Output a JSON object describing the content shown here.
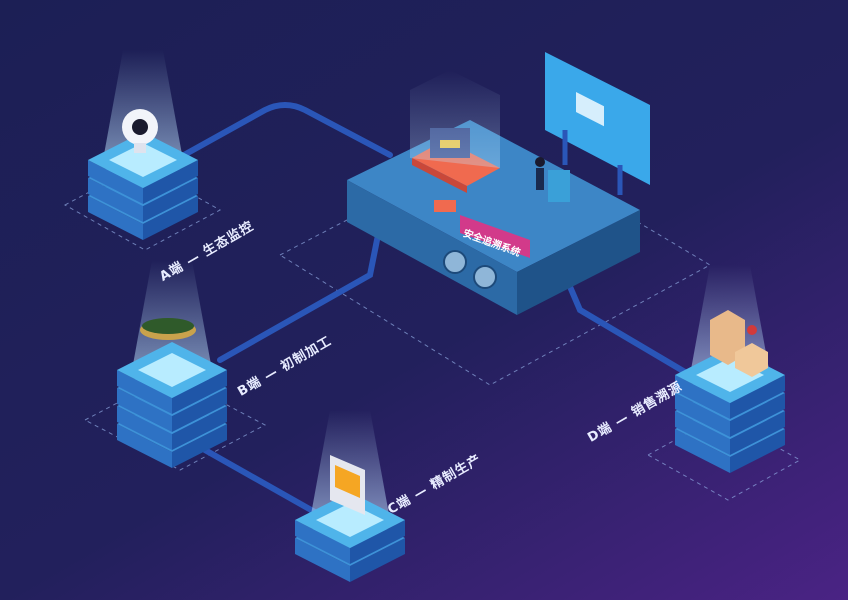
{
  "nodes": {
    "a": {
      "label": "A端 — 生态监控"
    },
    "b": {
      "label": "B端 — 初制加工"
    },
    "c": {
      "label": "C端 — 精制生产"
    },
    "d": {
      "label": "D端 — 销售溯源"
    }
  },
  "center": {
    "label": "安全追溯系统"
  },
  "colors": {
    "background": "#1c1f55",
    "platform": "#3d86c6",
    "pipe": "#2a56b8",
    "tile": "#4fb4ea",
    "pink": "#d23a8a"
  }
}
